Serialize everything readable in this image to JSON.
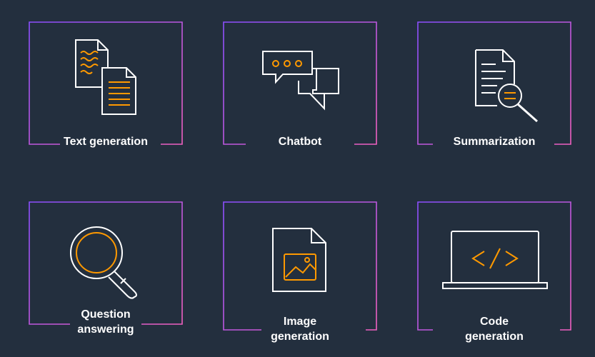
{
  "colors": {
    "background": "#232f3e",
    "frame_start": "#8c4fff",
    "frame_end": "#f060c0",
    "icon_white": "#ffffff",
    "icon_orange": "#ff9900"
  },
  "cards": [
    {
      "label": "Text generation",
      "icon": "documents-icon"
    },
    {
      "label": "Chatbot",
      "icon": "chat-bubbles-icon"
    },
    {
      "label": "Summarization",
      "icon": "document-search-icon"
    },
    {
      "label_line1": "Question",
      "label_line2": "answering",
      "icon": "magnifier-icon"
    },
    {
      "label_line1": "Image",
      "label_line2": "generation",
      "icon": "image-document-icon"
    },
    {
      "label_line1": "Code",
      "label_line2": "generation",
      "icon": "laptop-code-icon"
    }
  ]
}
